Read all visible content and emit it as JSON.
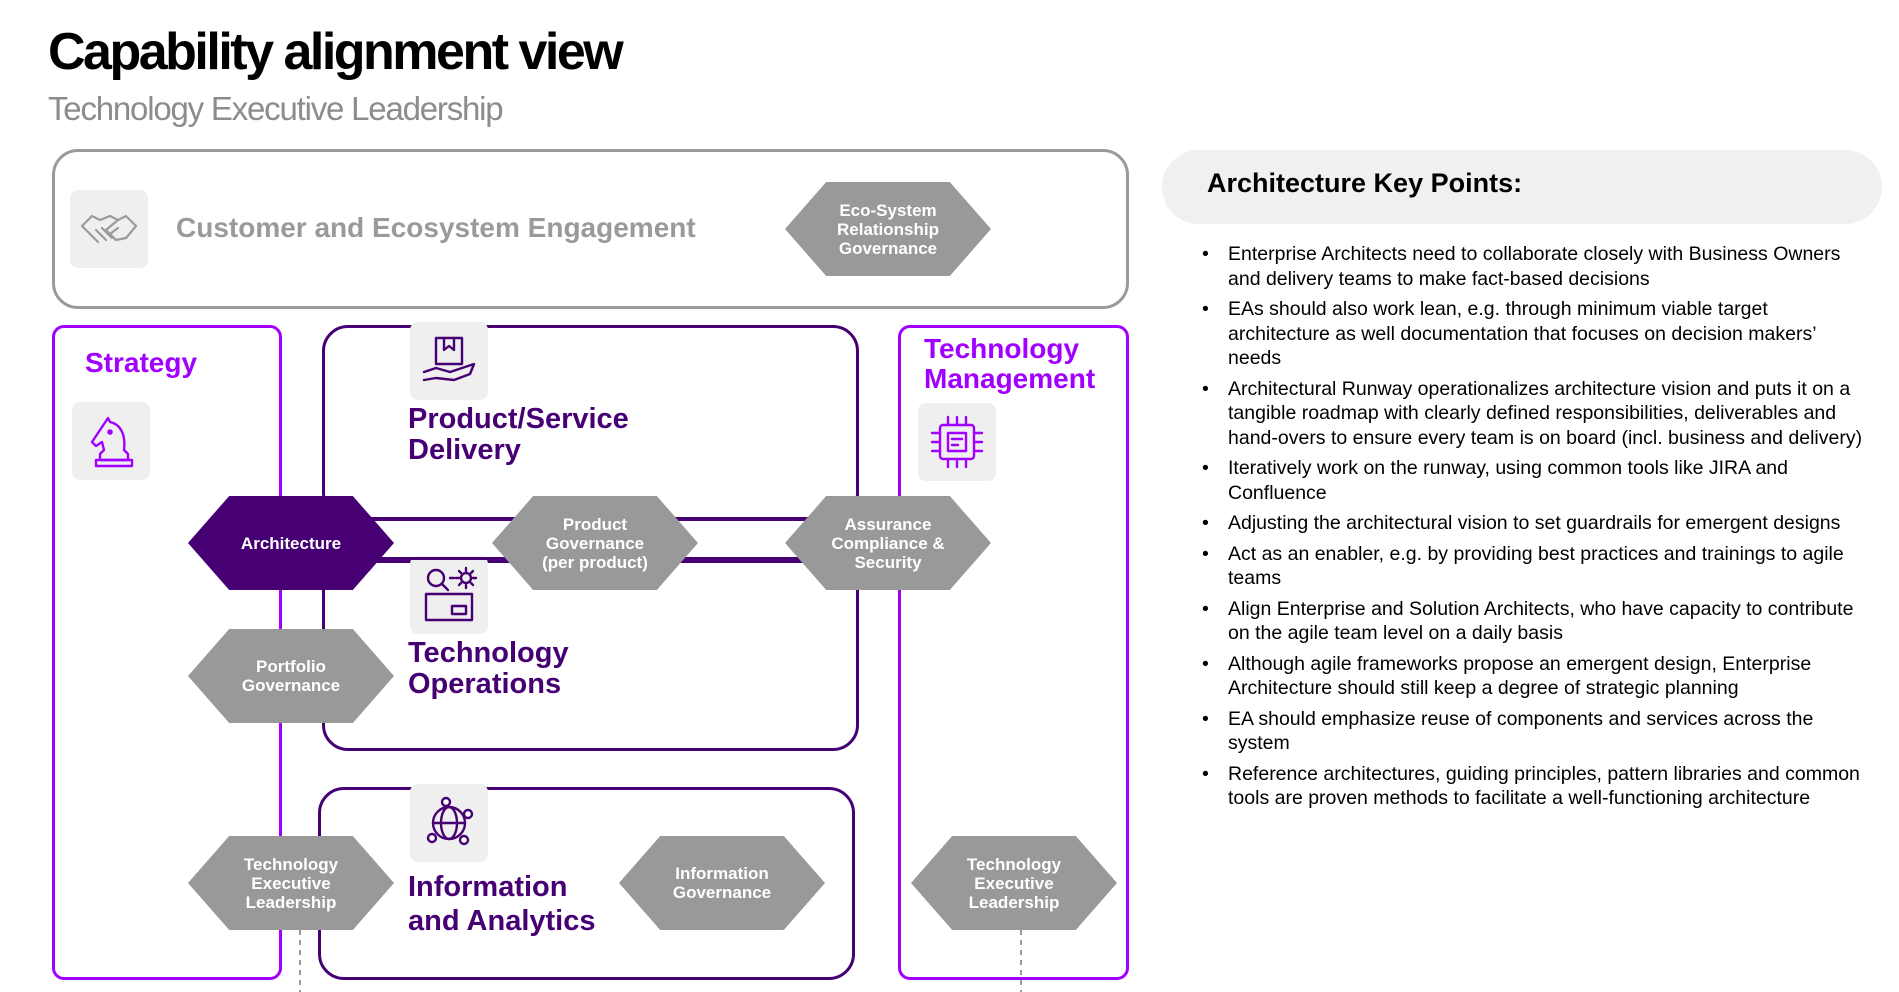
{
  "page": {
    "title": "Capability alignment view",
    "subtitle": "Technology Executive Leadership"
  },
  "diagram": {
    "customer": {
      "label": "Customer and Ecosystem Engagement",
      "icon": "handshake-icon",
      "hexagon": "Eco-System Relationship Governance"
    },
    "strategy": {
      "label": "Strategy",
      "icon": "chess-knight-icon",
      "hexagons": [
        "Architecture",
        "Portfolio Governance",
        "Technology Executive Leadership"
      ]
    },
    "product_delivery": {
      "label": "Product/Service Delivery",
      "icon": "hand-box-icon",
      "hexagon": "Product Governance (per product)"
    },
    "technology_operations": {
      "label": "Technology Operations",
      "icon": "search-gear-icon"
    },
    "information_analytics": {
      "label": "Information and Analytics",
      "icon": "network-globe-icon",
      "hexagon": "Information Governance"
    },
    "technology_management": {
      "label": "Technology Management",
      "icon": "chip-icon",
      "hexagons": [
        "Assurance Compliance & Security",
        "Technology Executive Leadership"
      ]
    },
    "colors": {
      "accent_purple": "#a100ff",
      "dark_purple": "#460073",
      "hexagon_gray": "#999999",
      "outline_gray": "#9a9a9a"
    }
  },
  "key_points": {
    "heading": "Architecture Key Points:",
    "items": [
      "Enterprise Architects need to collaborate closely with Business Owners and delivery teams to make fact-based decisions",
      "EAs should also work lean, e.g. through  minimum viable target architecture as well documentation that focuses on decision makers’ needs",
      "Architectural Runway operationalizes architecture vision and puts it on a tangible roadmap with clearly defined responsibilities, deliverables and hand-overs to ensure every team is on board (incl. business and delivery)",
      "Iteratively work on the runway, using common tools like JIRA and Confluence",
      "Adjusting the architectural vision to set guardrails for emergent designs",
      "Act as an enabler, e.g. by providing best practices and trainings to agile teams",
      "Align Enterprise and Solution Architects, who have capacity to contribute on the agile team level on a daily basis",
      "Although agile frameworks propose an emergent design, Enterprise Architecture should still keep a degree of strategic planning",
      "EA should emphasize reuse of components and services across the system",
      "Reference architectures, guiding principles, pattern libraries and common tools are proven methods to facilitate a well-functioning architecture"
    ]
  }
}
